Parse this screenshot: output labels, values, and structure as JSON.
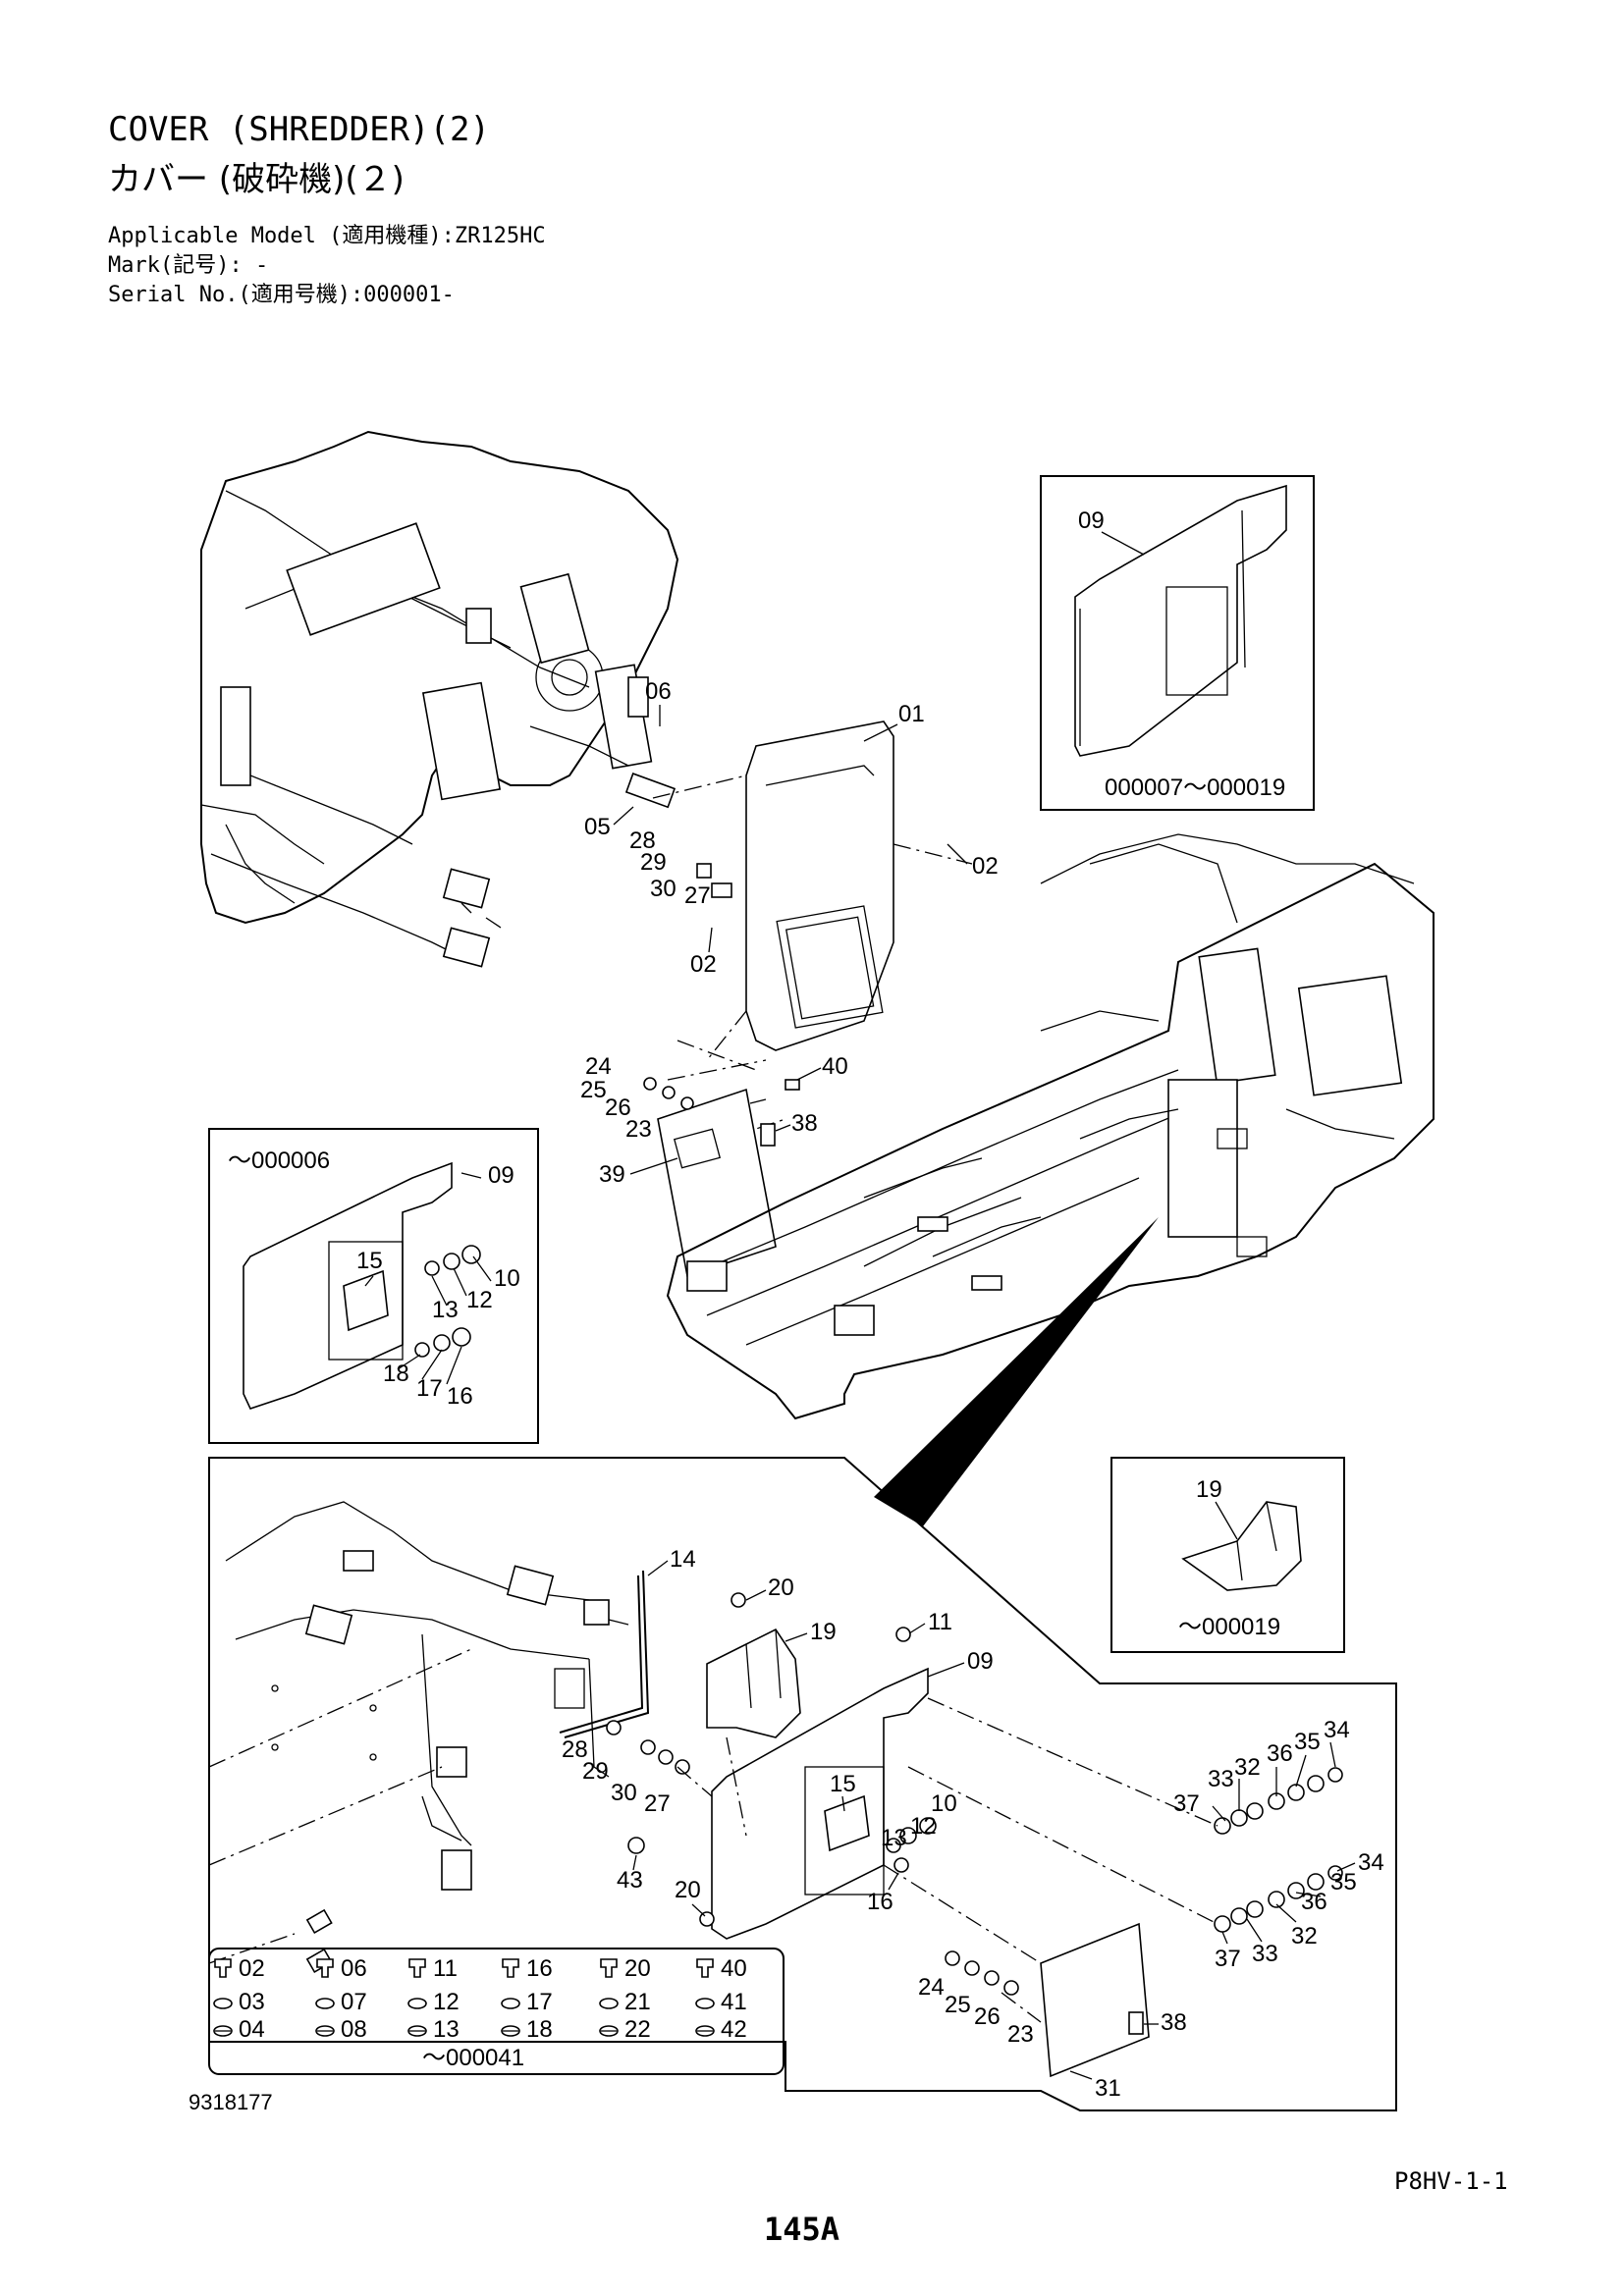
{
  "header": {
    "title_en": "COVER (SHREDDER)(2)",
    "title_ja": "カバー (破砕機)(２)",
    "applicable_model": "Applicable Model (適用機種):ZR125HC",
    "mark": "Mark(記号): -",
    "serial": "Serial No.(適用号機):000001-"
  },
  "inset_boxes": {
    "upper_right_range": "000007～000019",
    "left_range": "～000006",
    "right_range": "～000019",
    "legend_range": "～000041"
  },
  "callouts": {
    "c01": "01",
    "c02a": "02",
    "c02b": "02",
    "c05": "05",
    "c06": "06",
    "c09a": "09",
    "c09b": "09",
    "c09c": "09",
    "c10a": "10",
    "c10b": "10",
    "c11": "11",
    "c12a": "12",
    "c12b": "12",
    "c13a": "13",
    "c13b": "13",
    "c14": "14",
    "c15a": "15",
    "c15b": "15",
    "c16a": "16",
    "c16b": "16",
    "c17": "17",
    "c18": "18",
    "c19a": "19",
    "c19b": "19",
    "c20a": "20",
    "c20b": "20",
    "c23a": "23",
    "c23b": "23",
    "c24a": "24",
    "c24b": "24",
    "c25a": "25",
    "c25b": "25",
    "c26a": "26",
    "c26b": "26",
    "c27a": "27",
    "c27b": "27",
    "c28a": "28",
    "c28b": "28",
    "c29a": "29",
    "c29b": "29",
    "c30a": "30",
    "c30b": "30",
    "c31": "31",
    "c32a": "32",
    "c32b": "32",
    "c33a": "33",
    "c33b": "33",
    "c34a": "34",
    "c34b": "34",
    "c35a": "35",
    "c35b": "35",
    "c36a": "36",
    "c36b": "36",
    "c37a": "37",
    "c37b": "37",
    "c38a": "38",
    "c38b": "38",
    "c39": "39",
    "c40": "40",
    "c43": "43"
  },
  "legend": {
    "bolts": [
      "02",
      "06",
      "11",
      "16",
      "20",
      "40"
    ],
    "washers": [
      "03",
      "07",
      "12",
      "17",
      "21",
      "41"
    ],
    "lockwashers": [
      "04",
      "08",
      "13",
      "18",
      "22",
      "42"
    ]
  },
  "footer": {
    "drawing_number": "9318177",
    "page_ref": "P8HV-1-1",
    "page_number": "145A"
  }
}
